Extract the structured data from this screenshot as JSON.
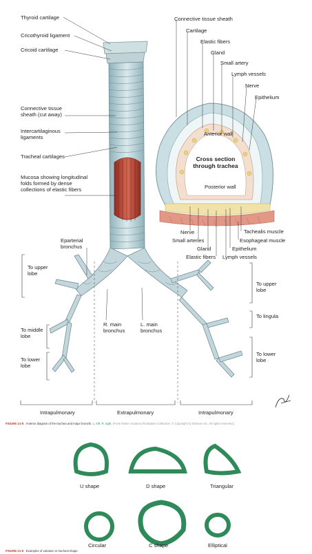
{
  "main": {
    "thyroid_cartilage": "Thyroid cartilage",
    "cricothyroid_ligament": "Cricothyroid ligament",
    "cricoid_cartilage": "Cricoid cartilage",
    "connective_tissue_sheath_cut": "Connective tissue sheath (cut away)",
    "intercartilaginous_ligaments": "Intercartilaginous ligaments",
    "tracheal_cartilages": "Tracheal cartilages",
    "mucosa": "Mucosa showing longitudinal folds formed by dense collections of elastic fibers",
    "eparterial_bronchus": "Eparterial bronchus",
    "to_upper_lobe_right": "To upper lobe",
    "to_middle_lobe": "To middle lobe",
    "to_lower_lobe_right": "To lower lobe",
    "r_main_bronchus": "R. main bronchus",
    "l_main_bronchus": "L. main bronchus",
    "to_upper_lobe_left": "To upper lobe",
    "to_lingula": "To lingula",
    "to_lower_lobe_left": "To lower lobe",
    "intrapulmonary_left": "Intrapulmonary",
    "extrapulmonary": "Extrapulmonary",
    "intrapulmonary_right": "Intrapulmonary"
  },
  "cross_section": {
    "connective_tissue_sheath": "Connective tissue sheath",
    "cartilage": "Cartilage",
    "elastic_fibers_top": "Elastic fibers",
    "gland_top": "Gland",
    "small_artery": "Small artery",
    "lymph_vessels_top": "Lymph vessels",
    "nerve_top": "Nerve",
    "epithelium_top": "Epithelium",
    "anterior_wall": "Anterior wall",
    "title": "Cross section through trachea",
    "posterior_wall": "Posterior wall",
    "nerve_bottom": "Nerve",
    "small_arteries": "Small arteries",
    "gland_bottom": "Gland",
    "elastic_fibers_bottom": "Elastic fibers",
    "lymph_vessels_bottom": "Lymph vessels",
    "epithelium_bottom": "Epithelium",
    "tracheal_muscle": "Tachealis muscle",
    "esophageal_muscle": "Esophageal muscle"
  },
  "figure1": {
    "number": "FIGURE 21-8",
    "caption": "Anterior diagram of the trachea and major bronchi.",
    "caption_colored": "L, left; R, right.",
    "credit": "(From Netter Anatomy Illustration Collection. © Copyright by Elsevier Inc. All rights reserved.)"
  },
  "shapes": {
    "u_shape": "U shape",
    "d_shape": "D shape",
    "triangular": "Triangular",
    "circular": "Circular",
    "c_shape": "C shape",
    "elliptical": "Elliptical"
  },
  "figure2": {
    "number": "FIGURE 21-9",
    "caption": "Examples of variation in tracheal shape."
  },
  "colors": {
    "cartilage": "#bcd6dc",
    "muscle": "#c14b3c",
    "ring_green": "#2f8a5a",
    "tissue_pink": "#e9c2b0",
    "figure_number": "#c0392b"
  },
  "icons": {
    "signature": "netter-signature"
  }
}
